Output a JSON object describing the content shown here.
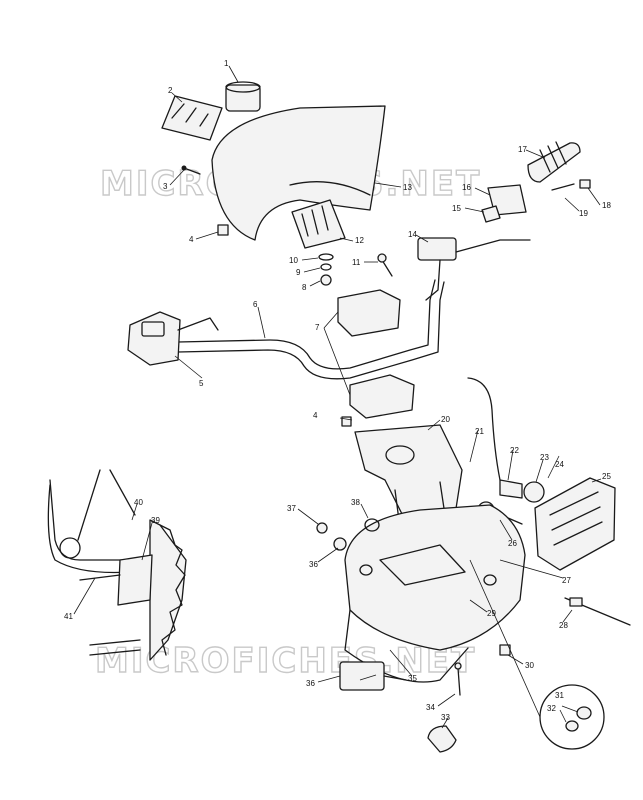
{
  "watermarks": [
    "MICROFICHES.NET",
    "MICROFICHES.NET"
  ],
  "callouts": [
    "1",
    "2",
    "3",
    "4",
    "5",
    "6",
    "7",
    "8",
    "9",
    "10",
    "11",
    "12",
    "13",
    "14",
    "15",
    "16",
    "17",
    "18",
    "19",
    "20",
    "21",
    "22",
    "23",
    "24",
    "25",
    "26",
    "27",
    "28",
    "29",
    "30",
    "31",
    "32",
    "33",
    "34",
    "35",
    "36",
    "37",
    "38",
    "39",
    "40",
    "41"
  ],
  "callout_4b": "4",
  "callout_36b": "36"
}
